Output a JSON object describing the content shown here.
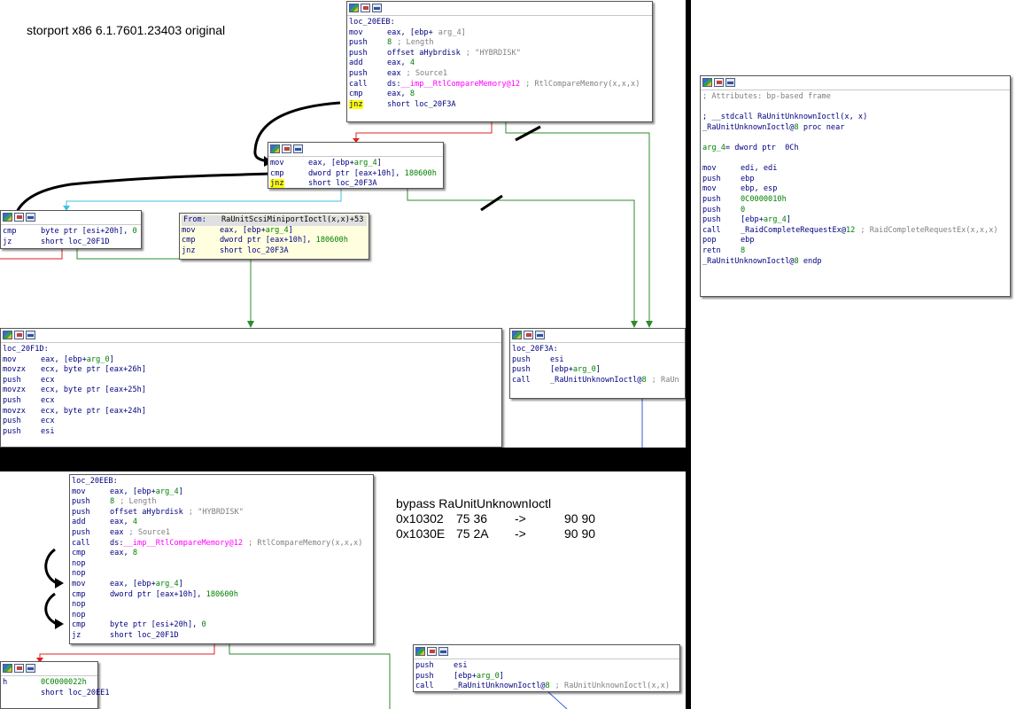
{
  "colors": {
    "edge_red": "#e02020",
    "edge_green": "#2e8b2e",
    "edge_blue": "#3060e0",
    "edge_cyan": "#40c0e0",
    "mnemonic": "#000080",
    "comment": "#808080",
    "number": "#008000",
    "import": "#ff00ff",
    "highlight": "#ffff00"
  },
  "icons": [
    "graph-view-icon",
    "edit-color-icon",
    "flow-chart-icon"
  ],
  "top_panel": {
    "title": "storport x86 6.1.7601.23403 original",
    "node_main": {
      "lines": [
        [
          "loc_20EEB:",
          "",
          ""
        ],
        [
          "mov",
          "eax, [ebp+",
          "arg_4]"
        ],
        [
          "push",
          "8",
          "; Length"
        ],
        [
          "push",
          "offset aHybrdisk",
          "; \"HYBRDISK\""
        ],
        [
          "add",
          "eax, 4",
          ""
        ],
        [
          "push",
          "eax",
          "; Source1"
        ],
        [
          "call",
          "ds:__imp__RtlCompareMemory@12",
          "; RtlCompareMemory(x,x,x)"
        ],
        [
          "cmp",
          "eax, 8",
          ""
        ],
        [
          "jnz",
          "short loc_20F3A",
          ""
        ]
      ]
    },
    "node_cmp": {
      "lines": [
        [
          "mov",
          "eax, [ebp+arg_4]",
          ""
        ],
        [
          "cmp",
          "dword ptr [eax+10h], 180600h",
          ""
        ],
        [
          "jnz",
          "short loc_20F3A",
          ""
        ]
      ]
    },
    "node_left": {
      "lines": [
        [
          "cmp",
          "byte ptr [esi+20h], 0",
          ""
        ],
        [
          "jz",
          "short loc_20F1D",
          ""
        ]
      ]
    },
    "node_from": {
      "from_label": "From:",
      "from_target": "RaUnitScsiMiniportIoctl(x,x)+53",
      "lines": [
        [
          "mov",
          "eax, [ebp+arg_4]",
          ""
        ],
        [
          "cmp",
          "dword ptr [eax+10h], 180600h",
          ""
        ],
        [
          "jnz",
          "short loc_20F3A",
          ""
        ]
      ]
    },
    "node_f1d": {
      "lines": [
        [
          "loc_20F1D:",
          "",
          ""
        ],
        [
          "mov",
          "eax, [ebp+arg_0]",
          ""
        ],
        [
          "movzx",
          "ecx, byte ptr [eax+26h]",
          ""
        ],
        [
          "push",
          "ecx",
          ""
        ],
        [
          "movzx",
          "ecx, byte ptr [eax+25h]",
          ""
        ],
        [
          "push",
          "ecx",
          ""
        ],
        [
          "movzx",
          "ecx, byte ptr [eax+24h]",
          ""
        ],
        [
          "push",
          "ecx",
          ""
        ],
        [
          "push",
          "esi",
          ""
        ]
      ]
    },
    "node_f3a": {
      "lines": [
        [
          "loc_20F3A:",
          "",
          ""
        ],
        [
          "push",
          "esi",
          ""
        ],
        [
          "push",
          "[ebp+arg_0]",
          ""
        ],
        [
          "call",
          "_RaUnitUnknownIoctl@8",
          "; RaUn"
        ]
      ]
    }
  },
  "right_panel": {
    "lines": [
      [
        "; Attributes: bp-based frame",
        "",
        ""
      ],
      [
        "",
        "",
        ""
      ],
      [
        "; __stdcall RaUnitUnknownIoctl(x, x)",
        "",
        ""
      ],
      [
        "_RaUnitUnknownIoctl@8 proc near",
        "",
        ""
      ],
      [
        "",
        "",
        ""
      ],
      [
        "arg_4= dword ptr  0Ch",
        "",
        ""
      ],
      [
        "",
        "",
        ""
      ],
      [
        "mov",
        "edi, edi",
        ""
      ],
      [
        "push",
        "ebp",
        ""
      ],
      [
        "mov",
        "ebp, esp",
        ""
      ],
      [
        "push",
        "0C0000010h",
        ""
      ],
      [
        "push",
        "0",
        ""
      ],
      [
        "push",
        "[ebp+arg_4]",
        ""
      ],
      [
        "call",
        "_RaidCompleteRequestEx@12",
        "; RaidCompleteRequestEx(x,x,x)"
      ],
      [
        "pop",
        "ebp",
        ""
      ],
      [
        "retn",
        "8",
        ""
      ],
      [
        "_RaUnitUnknownIoctl@8 endp",
        "",
        ""
      ]
    ]
  },
  "bottom_panel": {
    "note_title": "bypass RaUnitUnknownIoctl",
    "patches": [
      [
        "0x10302",
        "75 36",
        "->",
        "90 90"
      ],
      [
        "0x1030E",
        "75 2A",
        "->",
        "90 90"
      ]
    ],
    "node_patched": {
      "lines": [
        [
          "loc_20EEB:",
          "",
          ""
        ],
        [
          "mov",
          "eax, [ebp+arg_4]",
          ""
        ],
        [
          "push",
          "8",
          "; Length"
        ],
        [
          "push",
          "offset aHybrdisk",
          "; \"HYBRDISK\""
        ],
        [
          "add",
          "eax, 4",
          ""
        ],
        [
          "push",
          "eax",
          "; Source1"
        ],
        [
          "call",
          "ds:__imp__RtlCompareMemory@12",
          "; RtlCompareMemory(x,x,x)"
        ],
        [
          "cmp",
          "eax, 8",
          ""
        ],
        [
          "nop",
          "",
          ""
        ],
        [
          "nop",
          "",
          ""
        ],
        [
          "mov",
          "eax, [ebp+arg_4]",
          ""
        ],
        [
          "cmp",
          "dword ptr [eax+10h], 180600h",
          ""
        ],
        [
          "nop",
          "",
          ""
        ],
        [
          "nop",
          "",
          ""
        ],
        [
          "cmp",
          "byte ptr [esi+20h], 0",
          ""
        ],
        [
          "jz",
          "short loc_20F1D",
          ""
        ]
      ]
    },
    "node_call": {
      "lines": [
        [
          "push",
          "esi",
          ""
        ],
        [
          "push",
          "[ebp+arg_0]",
          ""
        ],
        [
          "call",
          "_RaUnitUnknownIoctl@8",
          "; RaUnitUnknownIoctl(x,x)"
        ]
      ]
    },
    "node_small": {
      "lines": [
        [
          "h",
          "0C0000022h",
          ""
        ],
        [
          "",
          "short loc_20EE1",
          ""
        ]
      ]
    }
  }
}
